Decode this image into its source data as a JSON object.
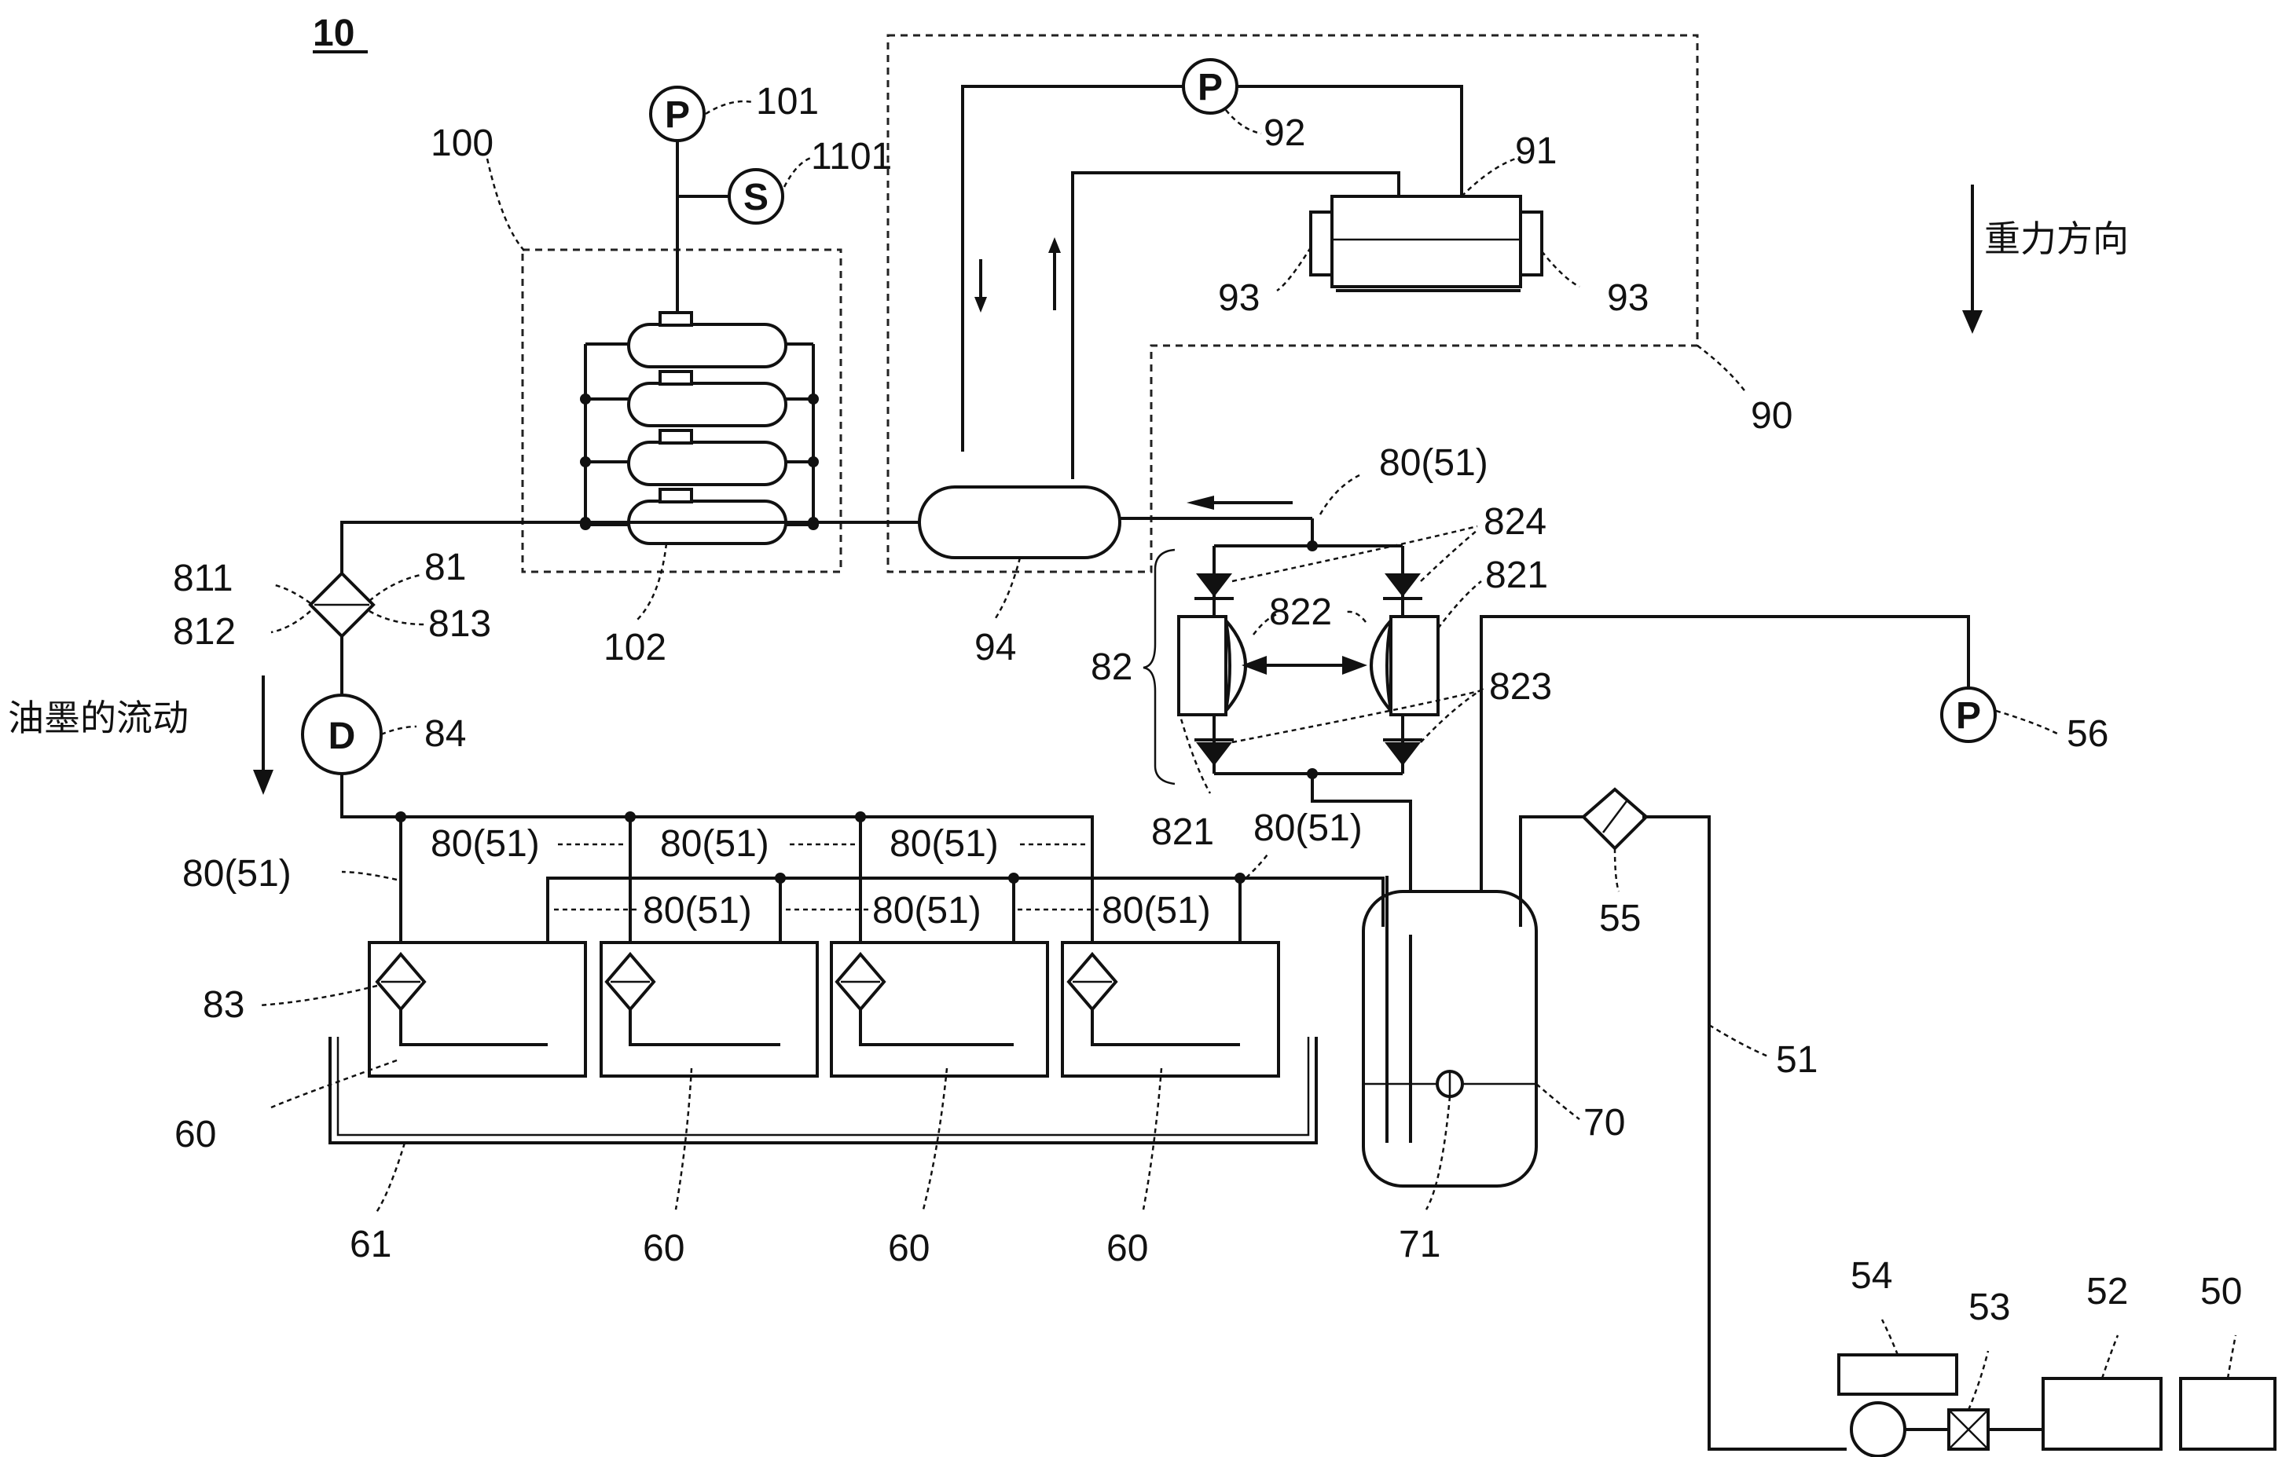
{
  "labels": {
    "fig": "10",
    "l100": "100",
    "l101": "101",
    "l1101": "1101",
    "l102": "102",
    "l90": "90",
    "l91": "91",
    "l92": "92",
    "l93a": "93",
    "l93b": "93",
    "l94": "94",
    "l80_51_top": "80(51)",
    "l824": "824",
    "l821a": "821",
    "l822": "822",
    "l82": "82",
    "l823": "823",
    "l821b": "821",
    "l80_51_mid": "80(51)",
    "l56": "56",
    "l55": "55",
    "l51": "51",
    "l70": "70",
    "l71": "71",
    "l811": "811",
    "l81": "81",
    "l812": "812",
    "l813": "813",
    "l84": "84",
    "l80_51_a": "80(51)",
    "l80_51_b": "80(51)",
    "l80_51_c": "80(51)",
    "l80_51_d": "80(51)",
    "l80_51_e": "80(51)",
    "l80_51_f": "80(51)",
    "l80_51_g": "80(51)",
    "l83": "83",
    "l60a": "60",
    "l61": "61",
    "l60b": "60",
    "l60c": "60",
    "l60d": "60",
    "l54": "54",
    "l53": "53",
    "l52": "52",
    "l50": "50"
  },
  "symbols": {
    "pump_p": "P",
    "sensor_s": "S",
    "damper_d": "D"
  },
  "text": {
    "gravity": "重力方向",
    "ink_flow": "油墨的流动"
  }
}
